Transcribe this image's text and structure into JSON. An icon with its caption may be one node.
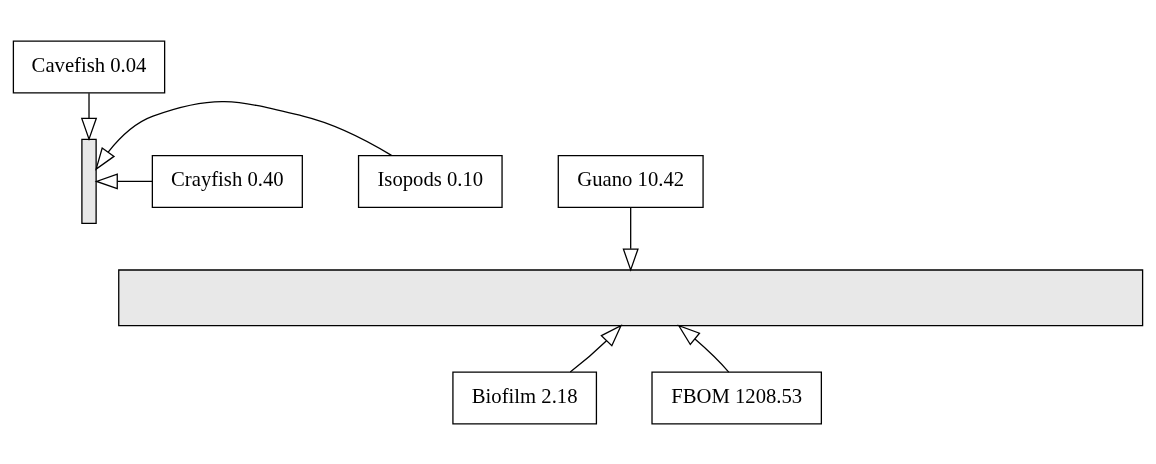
{
  "diagram": {
    "nodes": [
      {
        "text": [
          "Cavefish 0.04"
        ]
      },
      {
        "text": [
          "Guano 10.42"
        ]
      },
      {
        "text": [
          "Crayfish 0.40"
        ]
      },
      {
        "text": [
          "Isopods 0.10"
        ]
      },
      {
        "text": [],
        "shape": "bar"
      },
      {
        "text": [],
        "shape": "bar"
      },
      {
        "text": [
          "Biofilm 2.18"
        ]
      },
      {
        "text": [
          "FBOM 1208.53"
        ]
      }
    ],
    "edges": [
      {
        "from": 0,
        "to": 4,
        "arrow": "to"
      },
      {
        "from": 1,
        "to": 5,
        "arrow": "to"
      },
      {
        "from": 2,
        "to": 4,
        "arrow": "to"
      },
      {
        "from": 3,
        "to": 4,
        "arrow": "to"
      },
      {
        "from": 6,
        "to": 5,
        "arrow": "to"
      },
      {
        "from": 7,
        "to": 5,
        "arrow": "to"
      }
    ]
  }
}
